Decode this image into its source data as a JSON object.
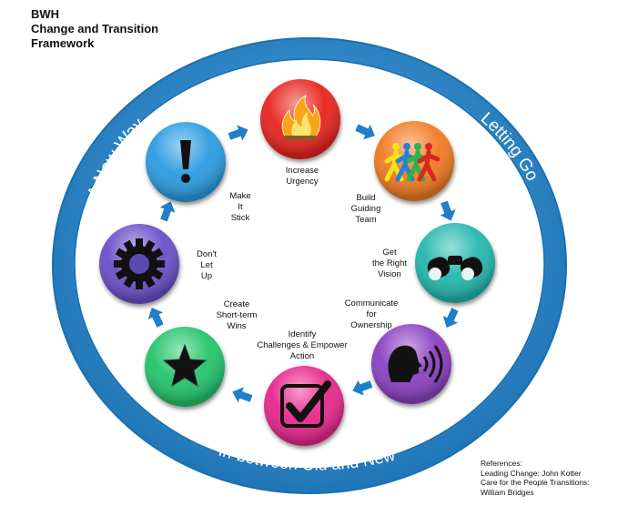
{
  "title": {
    "line1": "BWH",
    "line2": "Change and Transition",
    "line3": "Framework"
  },
  "ring": {
    "left_label": "A New Way",
    "right_label": "Letting Go",
    "bottom_label": "In-between Old and New"
  },
  "steps": [
    {
      "label": "Increase\nUrgency",
      "icon": "fire-icon",
      "color": "#e8231f"
    },
    {
      "label": "Build\nGuiding\nTeam",
      "icon": "walking-people-icon",
      "color": "#f07a22"
    },
    {
      "label": "Get\nthe Right\nVision",
      "icon": "binoculars-icon",
      "color": "#22b7ad"
    },
    {
      "label": "Communicate\nfor\nOwnership",
      "icon": "speaking-head-icon",
      "color": "#8a3fc2"
    },
    {
      "label": "Identify\nChallenges & Empower\nAction",
      "icon": "checkmark-icon",
      "color": "#e8258a"
    },
    {
      "label": "Create\nShort-term\nWins",
      "icon": "star-icon",
      "color": "#22c46a"
    },
    {
      "label": "Don't\nLet\nUp",
      "icon": "gear-icon",
      "color": "#6a4fc9"
    },
    {
      "label": "Make\nIt\nStick",
      "icon": "exclamation-icon",
      "color": "#2b9be0"
    }
  ],
  "references": {
    "heading": "References:",
    "line1": "Leading Change: John Kotter",
    "line2": "Care for the People Transitions:",
    "line3": "William Bridges"
  },
  "colors": {
    "ring": "#2b8fd4",
    "ring_dark": "#1a6fb0",
    "arrow": "#1f7fc8"
  }
}
